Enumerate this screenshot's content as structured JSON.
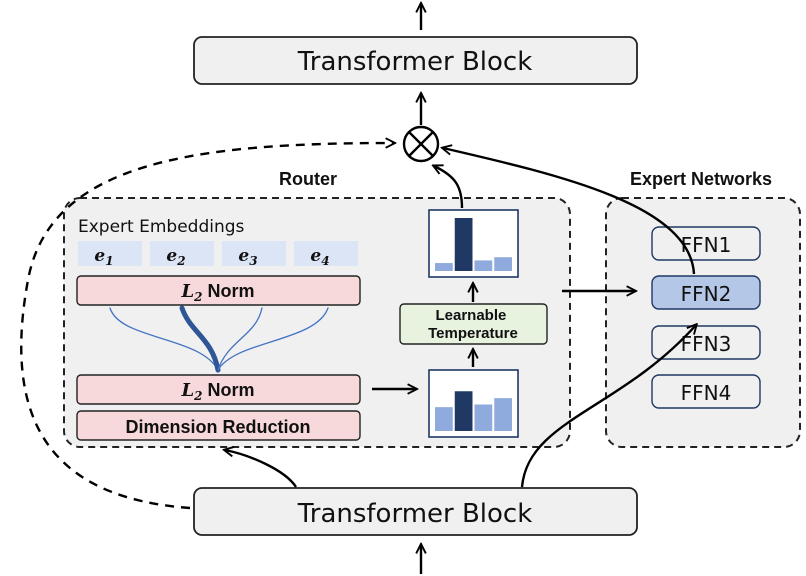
{
  "top_block": {
    "label": "Transformer Block"
  },
  "bottom_block": {
    "label": "Transformer Block"
  },
  "router": {
    "title": "Router",
    "expert_embeddings_label": "Expert Embeddings",
    "embeddings": [
      {
        "base": "e",
        "sub": "1"
      },
      {
        "base": "e",
        "sub": "2"
      },
      {
        "base": "e",
        "sub": "3"
      },
      {
        "base": "e",
        "sub": "4"
      }
    ],
    "norm_top": {
      "base": "L",
      "sub": "2",
      "rest": " Norm"
    },
    "norm_bottom": {
      "base": "L",
      "sub": "2",
      "rest": " Norm"
    },
    "dimension_reduction": "Dimension Reduction",
    "learnable_temperature": [
      "Learnable",
      "Temperature"
    ],
    "scores_before": [
      0.45,
      0.75,
      0.5,
      0.62
    ],
    "scores_after": [
      0.15,
      1.0,
      0.2,
      0.26
    ]
  },
  "experts": {
    "title": "Expert Networks",
    "items": [
      "FFN1",
      "FFN2",
      "FFN3",
      "FFN4"
    ],
    "selected": "FFN2"
  },
  "colors": {
    "pink": "#F7D9DB",
    "emb": "#DCE5F5",
    "green": "#E7F3DE",
    "bar_light": "#8FAADC",
    "bar_dark": "#1F3864",
    "ffn_selected": "#B4C7E7",
    "panel": "#F0F0F0"
  }
}
